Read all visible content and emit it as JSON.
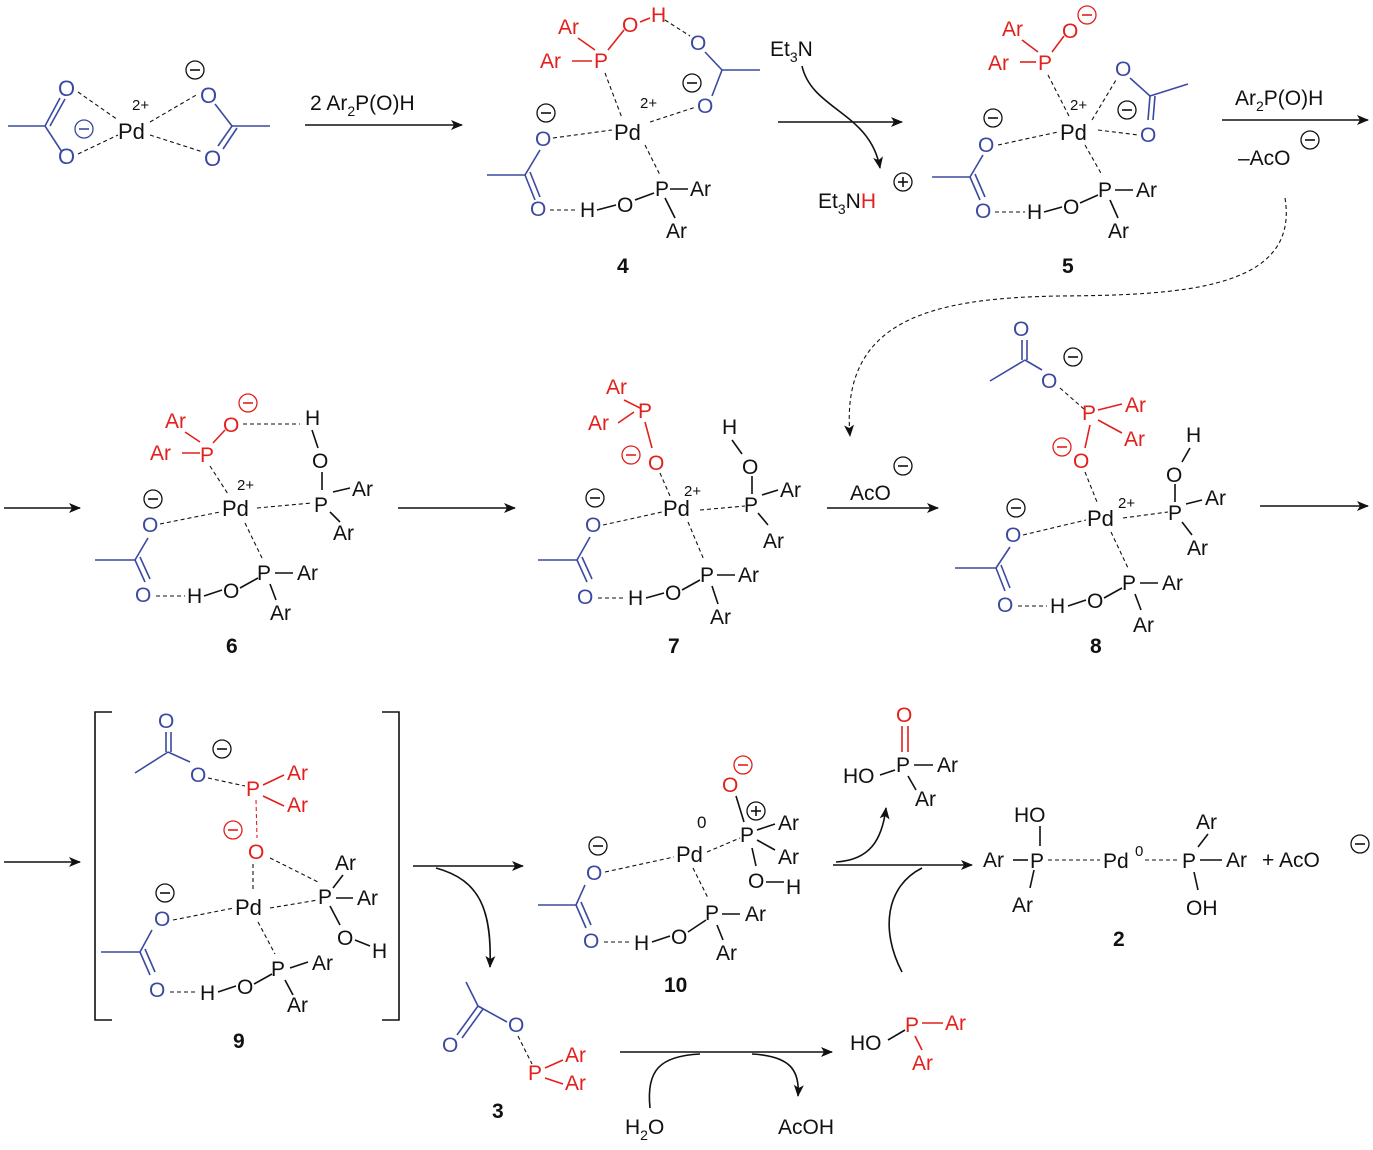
{
  "colors": {
    "acetate": "#3b4aa0",
    "phosphorus": "#e2201c",
    "text": "#111111"
  },
  "labels": {
    "pd": "Pd",
    "charge_2plus": "2+",
    "o": "O",
    "h": "H",
    "oh": "OH",
    "ho": "HO",
    "p": "P",
    "ar": "Ar",
    "pd0": "Pd",
    "zero": "0",
    "minus": "−",
    "plus": "+",
    "plus_sign": "+"
  },
  "reagents": {
    "step1_prefix": "2 Ar",
    "step1_sub": "2",
    "step1_suffix": "P(O)H",
    "et3n_main": "Et",
    "et3n_sub": "3",
    "et3n_n": "N",
    "et3nh_main": "Et",
    "et3nh_sub": "3",
    "et3nh_n": "N",
    "et3nh_h": "H",
    "step3_prefix": "Ar",
    "step3_sub": "2",
    "step3_suffix": "P(O)H",
    "minus_aco": "–AcO",
    "aco": "AcO",
    "h2o_h": "H",
    "h2o_sub": "2",
    "h2o_o": "O",
    "acoh": "AcOH",
    "plus_aco": "+ AcO"
  },
  "compounds": {
    "c4": "4",
    "c5": "5",
    "c6": "6",
    "c7": "7",
    "c8": "8",
    "c9": "9",
    "c10": "10",
    "c3": "3",
    "c2": "2"
  }
}
